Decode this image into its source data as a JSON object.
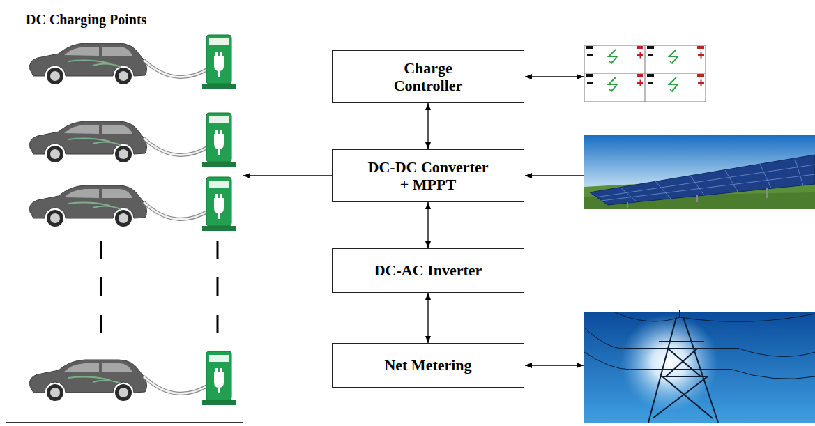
{
  "diagram": {
    "nodes": [
      {
        "text": [
          "DC Charging Points"
        ]
      },
      {
        "text": [
          "Charge Controller"
        ]
      },
      {
        "text": [
          "DC-DC Converter + MPPT"
        ]
      },
      {
        "text": [
          "DC-AC Inverter"
        ]
      },
      {
        "text": [
          "Net Metering"
        ]
      }
    ],
    "edges": [
      {
        "from": 2,
        "to": 0,
        "arrow": "to"
      },
      {
        "from": 1,
        "to": 2,
        "arrow": "both"
      },
      {
        "from": 2,
        "to": 3,
        "arrow": "both"
      },
      {
        "from": 3,
        "to": 4,
        "arrow": "both"
      }
    ]
  }
}
